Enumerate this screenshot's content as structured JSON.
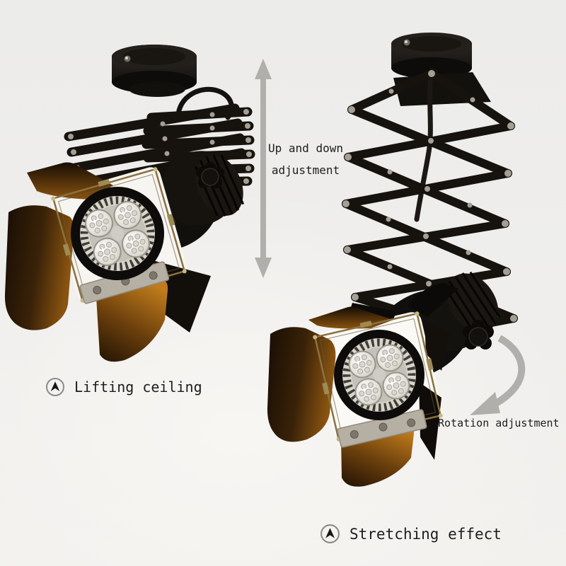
{
  "image": {
    "description": "Two black industrial ceiling spotlights with scissor extension arms: compressed (lifting) and extended (stretching)"
  },
  "annotations": {
    "up_down": {
      "line1": "Up and down",
      "line2": "adjustment"
    },
    "lifting": {
      "label": "Lifting ceiling"
    },
    "rotation": {
      "label": "Rotation adjustment"
    },
    "stretching": {
      "label": "Stretching effect"
    }
  },
  "icons": {
    "caption_marker": "circled-up-arrow",
    "up_down_indicator": "vertical-double-arrow",
    "rotation_indicator": "curved-arrow"
  },
  "colors": {
    "text": "#1d1d1d",
    "arrow_gray": "#b0afac",
    "icon_ring_gray": "#8b8b88",
    "background_top": "#ececeb",
    "background_bottom": "#f8f6f3",
    "fixture_black": "#14110e",
    "barn_door_amber": "#8a5410",
    "brass_frame": "#8a7140",
    "led_silver": "#d8d5cc"
  }
}
